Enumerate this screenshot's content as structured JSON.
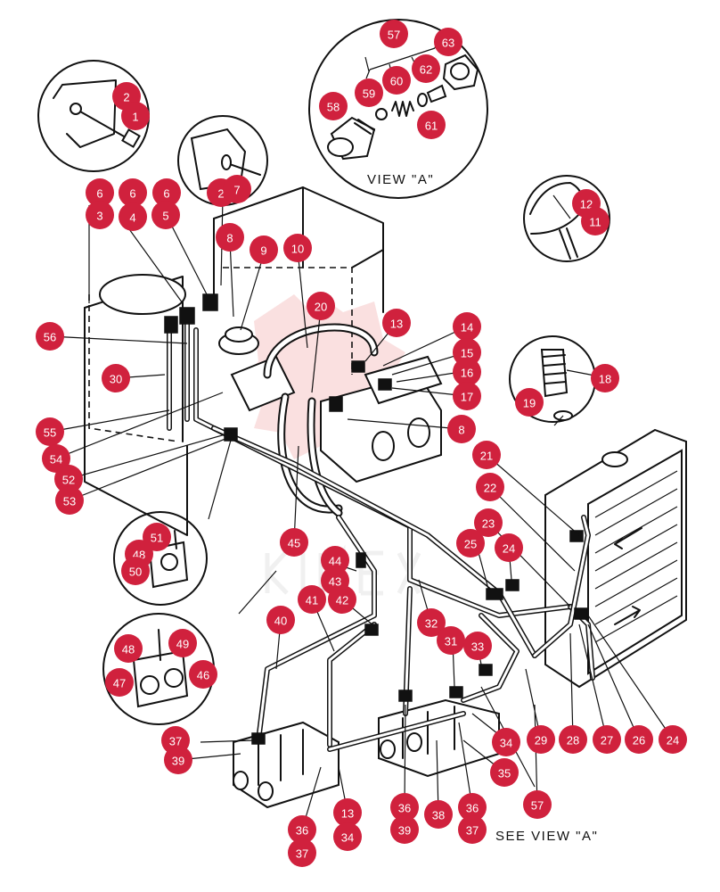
{
  "diagram": {
    "caption_view_a": "VIEW \"A\"",
    "caption_see_view_a": "SEE VIEW \"A\"",
    "watermark_colors": {
      "logo": "#f6c6c6",
      "text": "#e4e4e4"
    },
    "callout_color": "#d0213d",
    "callouts": [
      {
        "label": "57"
      },
      {
        "label": "63"
      },
      {
        "label": "62"
      },
      {
        "label": "60"
      },
      {
        "label": "59"
      },
      {
        "label": "58"
      },
      {
        "label": "61"
      },
      {
        "label": "2"
      },
      {
        "label": "1"
      },
      {
        "label": "2"
      },
      {
        "label": "7"
      },
      {
        "label": "6"
      },
      {
        "label": "6"
      },
      {
        "label": "6"
      },
      {
        "label": "3"
      },
      {
        "label": "4"
      },
      {
        "label": "5"
      },
      {
        "label": "8"
      },
      {
        "label": "9"
      },
      {
        "label": "10"
      },
      {
        "label": "12"
      },
      {
        "label": "11"
      },
      {
        "label": "20"
      },
      {
        "label": "13"
      },
      {
        "label": "14"
      },
      {
        "label": "15"
      },
      {
        "label": "16"
      },
      {
        "label": "17"
      },
      {
        "label": "56"
      },
      {
        "label": "30"
      },
      {
        "label": "18"
      },
      {
        "label": "19"
      },
      {
        "label": "8"
      },
      {
        "label": "55"
      },
      {
        "label": "54"
      },
      {
        "label": "52"
      },
      {
        "label": "53"
      },
      {
        "label": "21"
      },
      {
        "label": "22"
      },
      {
        "label": "23"
      },
      {
        "label": "25"
      },
      {
        "label": "24"
      },
      {
        "label": "51"
      },
      {
        "label": "48"
      },
      {
        "label": "50"
      },
      {
        "label": "45"
      },
      {
        "label": "44"
      },
      {
        "label": "43"
      },
      {
        "label": "42"
      },
      {
        "label": "41"
      },
      {
        "label": "40"
      },
      {
        "label": "32"
      },
      {
        "label": "31"
      },
      {
        "label": "33"
      },
      {
        "label": "48"
      },
      {
        "label": "49"
      },
      {
        "label": "46"
      },
      {
        "label": "47"
      },
      {
        "label": "37"
      },
      {
        "label": "39"
      },
      {
        "label": "34"
      },
      {
        "label": "29"
      },
      {
        "label": "28"
      },
      {
        "label": "27"
      },
      {
        "label": "26"
      },
      {
        "label": "24"
      },
      {
        "label": "35"
      },
      {
        "label": "13"
      },
      {
        "label": "34"
      },
      {
        "label": "36"
      },
      {
        "label": "39"
      },
      {
        "label": "38"
      },
      {
        "label": "36"
      },
      {
        "label": "37"
      },
      {
        "label": "57"
      },
      {
        "label": "36"
      },
      {
        "label": "37"
      }
    ]
  }
}
